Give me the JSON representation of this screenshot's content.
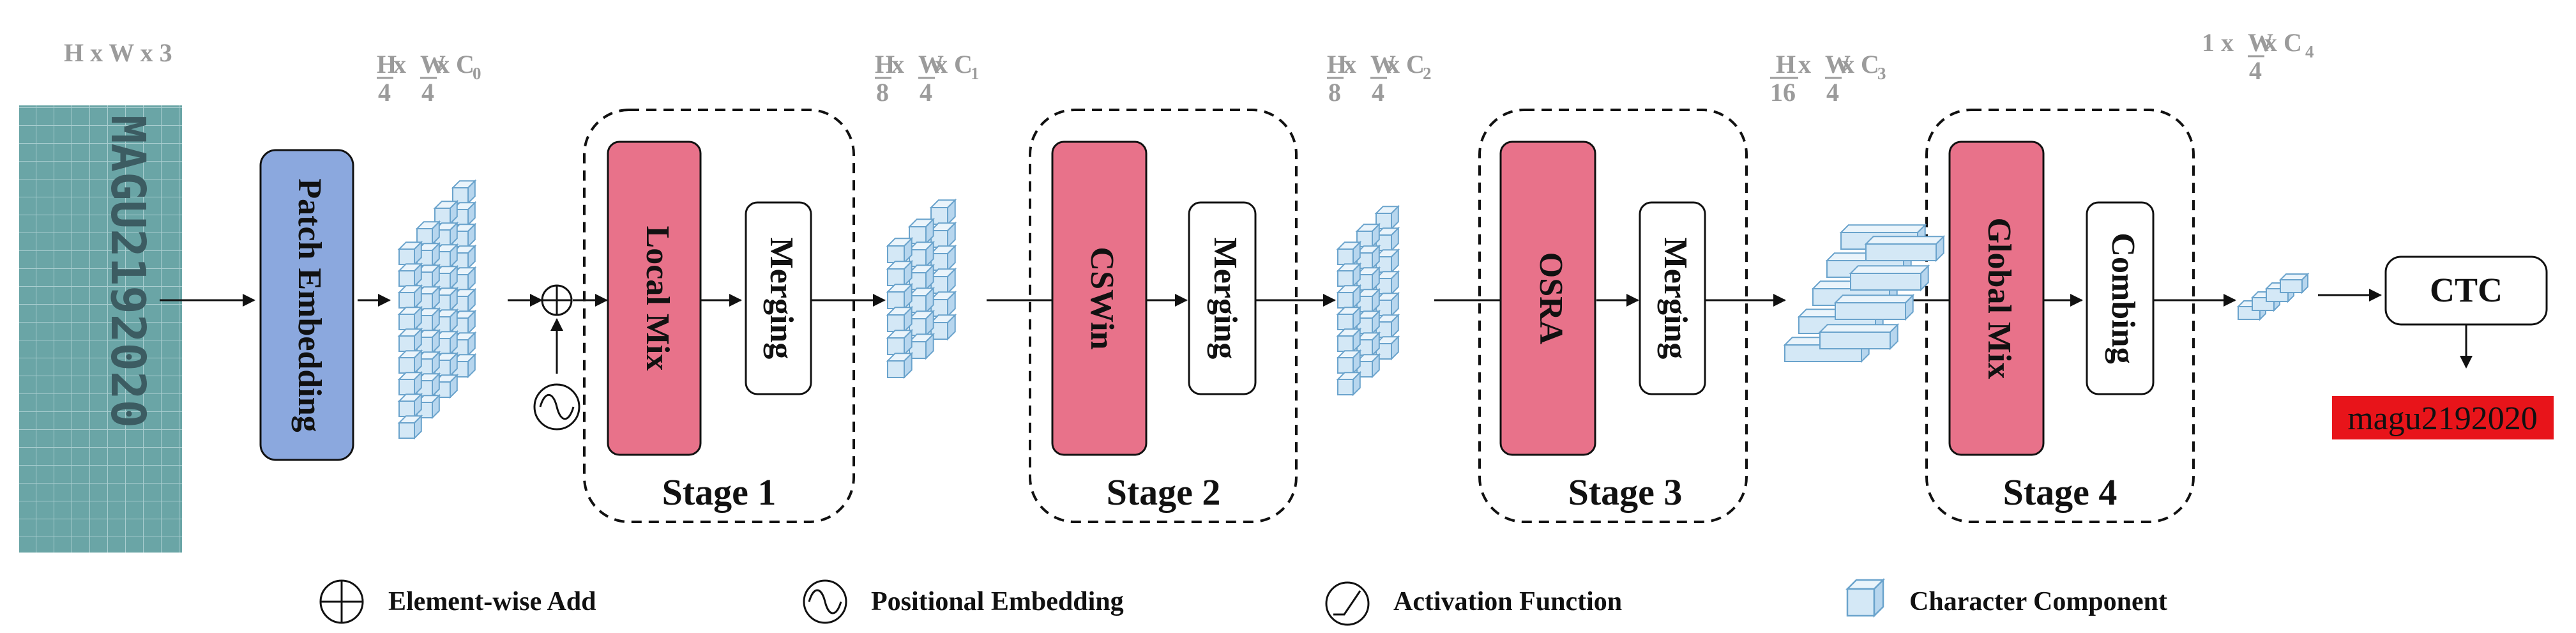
{
  "dims": [
    {
      "plain": "H x W x 3"
    },
    {
      "fH": "H",
      "dH": "4",
      "mid": " x ",
      "fW": "W",
      "dW": "4",
      "tail": " x C",
      "sub": "0"
    },
    {
      "fH": "H",
      "dH": "8",
      "mid": " x ",
      "fW": "W",
      "dW": "4",
      "tail": " x C",
      "sub": "1"
    },
    {
      "fH": "H",
      "dH": "8",
      "mid": " x ",
      "fW": "W",
      "dW": "4",
      "tail": " x C",
      "sub": "2"
    },
    {
      "fH": "H",
      "dH": "16",
      "mid": " x ",
      "fW": "W",
      "dW": "4",
      "tail": " x C",
      "sub": "3"
    },
    {
      "lead": "1 x ",
      "fW": "W",
      "dW": "4",
      "tail": " x C ",
      "sub": "4"
    }
  ],
  "input_text": "MAGU2192020",
  "patch_embedding": "Patch Embedding",
  "stages": [
    {
      "block": "Local Mix",
      "merge": "Merging",
      "label": "Stage 1"
    },
    {
      "block": "CSWin",
      "merge": "Merging",
      "label": "Stage 2"
    },
    {
      "block": "OSRA",
      "merge": "Merging",
      "label": "Stage 3"
    },
    {
      "block": "Global Mix",
      "merge": "Combing",
      "label": "Stage 4"
    }
  ],
  "ctc": "CTC",
  "result": "magu2192020",
  "legend": [
    "Element-wise Add",
    "Positional Embedding",
    "Activation Function",
    "Character Component"
  ],
  "colors": {
    "patch_embedding": "#8ba8de",
    "stage_block": "#e8728a",
    "cube_face": "#d4e8f6",
    "cube_edge": "#6aa3cc",
    "result_bg": "#e8141a",
    "input_bg": "#6aa5a6"
  },
  "icons": [
    "plus-circle-icon",
    "sine-circle-icon",
    "activation-icon",
    "cube-icon"
  ]
}
